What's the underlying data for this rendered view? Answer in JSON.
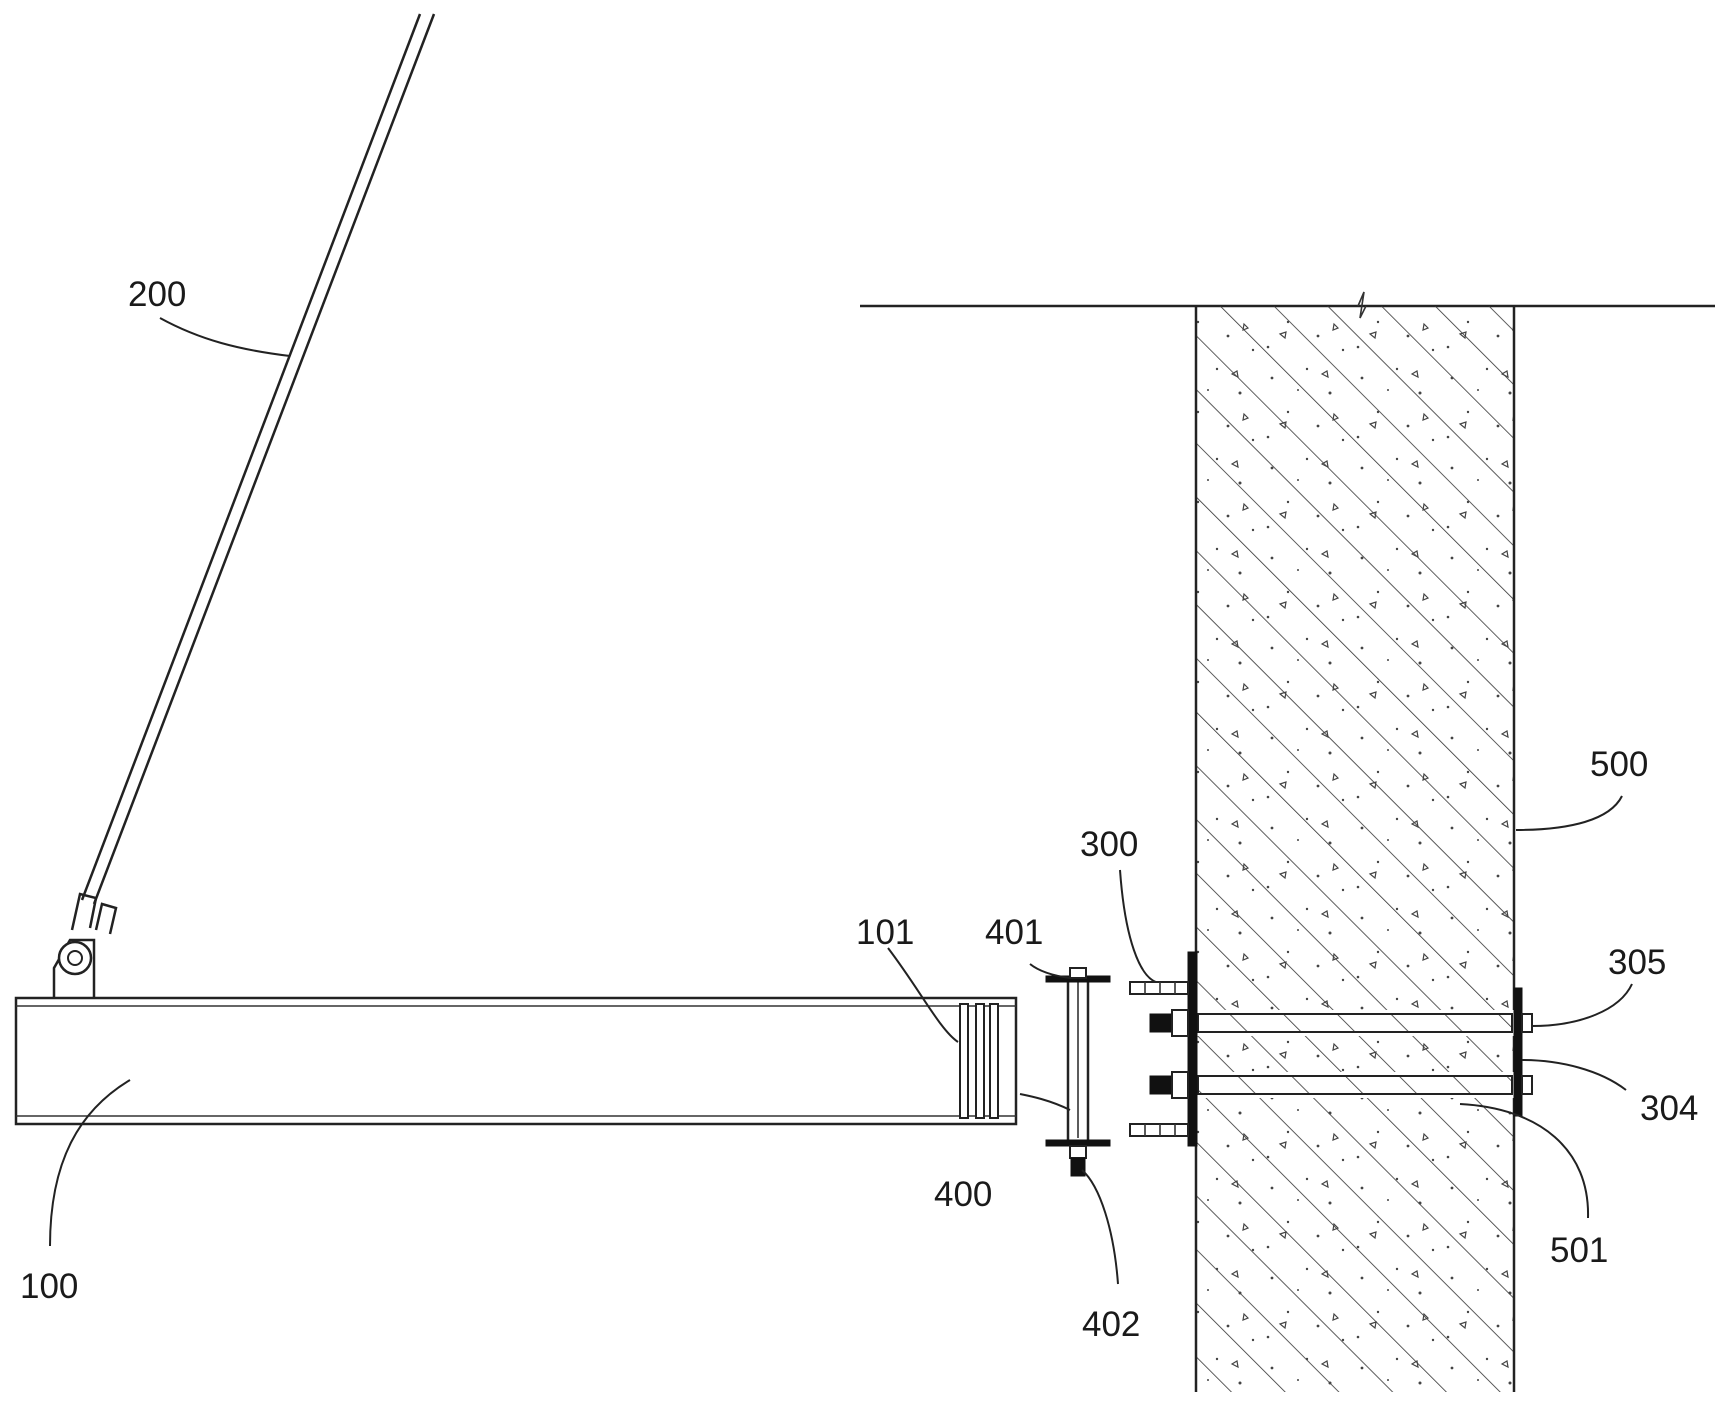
{
  "colors": {
    "line": "#222222",
    "background": "#ffffff",
    "hatch": "#333333"
  },
  "labels": {
    "l100": "100",
    "l101": "101",
    "l200": "200",
    "l300": "300",
    "l304": "304",
    "l305": "305",
    "l400": "400",
    "l401": "401",
    "l402": "402",
    "l500": "500",
    "l501": "501"
  }
}
